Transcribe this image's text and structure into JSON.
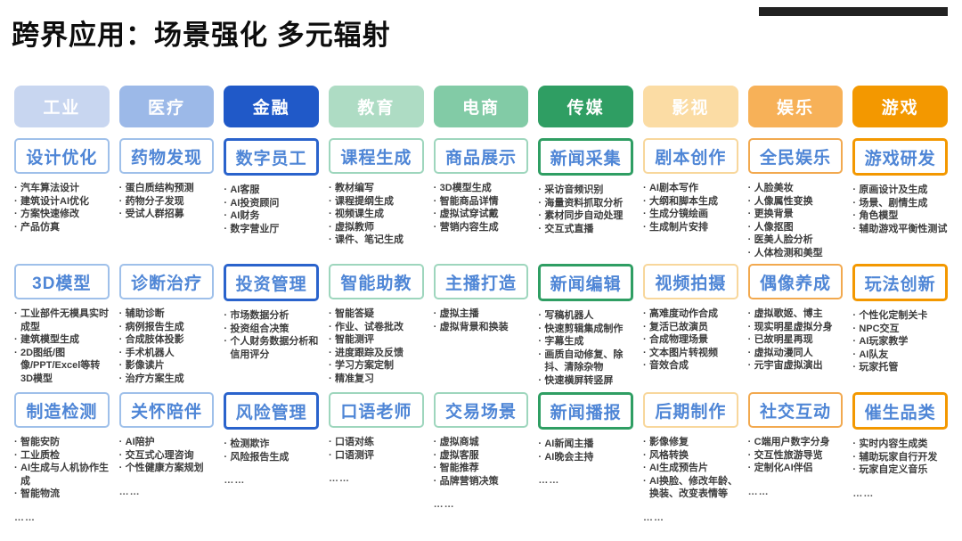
{
  "title": "跨界应用：场景强化  多元辐射",
  "accent": {
    "top_bar_color": "#222222",
    "card_title_text_color": "#4f86d6",
    "bullet_text_color": "#3d3d3d"
  },
  "columns": [
    {
      "industry": "工业",
      "chip_color": "#c8d6f0",
      "border_color": "#9fc0ea",
      "emphasis": false,
      "cards": [
        {
          "title": "设计优化",
          "items": [
            "汽车算法设计",
            "建筑设计AI优化",
            "方案快速修改",
            "产品仿真"
          ]
        },
        {
          "title": "3D模型",
          "items": [
            "工业部件无模具实时成型",
            "建筑模型生成",
            "2D图纸/图像/PPT/Excel等转3D模型"
          ]
        },
        {
          "title": "制造检测",
          "items": [
            "智能安防",
            "工业质检",
            "AI生成与人机协作生成",
            "智能物流",
            "……"
          ]
        }
      ]
    },
    {
      "industry": "医疗",
      "chip_color": "#9cb9e8",
      "border_color": "#9fc0ea",
      "emphasis": false,
      "cards": [
        {
          "title": "药物发现",
          "items": [
            "蛋白质结构预测",
            "药物分子发现",
            "受试人群招募"
          ]
        },
        {
          "title": "诊断治疗",
          "items": [
            "辅助诊断",
            "病例报告生成",
            "合成肢体投影",
            "手术机器人",
            "影像读片",
            "治疗方案生成"
          ]
        },
        {
          "title": "关怀陪伴",
          "items": [
            "AI陪护",
            "交互式心理咨询",
            "个性健康方案规划",
            "……"
          ]
        }
      ]
    },
    {
      "industry": "金融",
      "chip_color": "#2059c8",
      "border_color": "#2a63cc",
      "emphasis": true,
      "cards": [
        {
          "title": "数字员工",
          "items": [
            "AI客服",
            "AI投资顾问",
            "AI财务",
            "数字营业厅"
          ]
        },
        {
          "title": "投资管理",
          "items": [
            "市场数据分析",
            "投资组合决策",
            "个人财务数据分析和信用评分"
          ]
        },
        {
          "title": "风险管理",
          "items": [
            "检测欺诈",
            "风险报告生成",
            "……"
          ]
        }
      ]
    },
    {
      "industry": "教育",
      "chip_color": "#aedcc4",
      "border_color": "#9ed6bd",
      "emphasis": false,
      "cards": [
        {
          "title": "课程生成",
          "items": [
            "教材编写",
            "课程提纲生成",
            "视频课生成",
            "虚拟教师",
            "课件、笔记生成"
          ]
        },
        {
          "title": "智能助教",
          "items": [
            "智能答疑",
            "作业、试卷批改",
            "智能测评",
            "进度跟踪及反馈",
            "学习方案定制",
            "精准复习"
          ]
        },
        {
          "title": "口语老师",
          "items": [
            "口语对练",
            "口语测评",
            "……"
          ]
        }
      ]
    },
    {
      "industry": "电商",
      "chip_color": "#82cba6",
      "border_color": "#9ed6bd",
      "emphasis": false,
      "cards": [
        {
          "title": "商品展示",
          "items": [
            "3D模型生成",
            "智能商品详情",
            "虚拟试穿试戴",
            "营销内容生成"
          ]
        },
        {
          "title": "主播打造",
          "items": [
            "虚拟主播",
            "虚拟背景和换装"
          ]
        },
        {
          "title": "交易场景",
          "items": [
            "虚拟商城",
            "虚拟客服",
            "智能推荐",
            "品牌营销决策",
            "……"
          ]
        }
      ]
    },
    {
      "industry": "传媒",
      "chip_color": "#2f9e63",
      "border_color": "#2f9e63",
      "emphasis": true,
      "cards": [
        {
          "title": "新闻采集",
          "items": [
            "采访音频识别",
            "海量资料抓取分析",
            "素材同步自动处理",
            "交互式直播"
          ]
        },
        {
          "title": "新闻编辑",
          "items": [
            "写稿机器人",
            "快速剪辑集成制作",
            "字幕生成",
            "画质自动修复、除抖、清除杂物",
            "快速横屏转竖屏"
          ]
        },
        {
          "title": "新闻播报",
          "items": [
            "AI新闻主播",
            "AI晚会主持",
            "……"
          ]
        }
      ]
    },
    {
      "industry": "影视",
      "chip_color": "#fbdca4",
      "border_color": "#f8d79c",
      "emphasis": false,
      "cards": [
        {
          "title": "剧本创作",
          "items": [
            "AI剧本写作",
            "大纲和脚本生成",
            "生成分镜绘画",
            "生成制片安排"
          ]
        },
        {
          "title": "视频拍摄",
          "items": [
            "高难度动作合成",
            "复活已故演员",
            "合成物理场景",
            "文本图片转视频",
            "音效合成"
          ]
        },
        {
          "title": "后期制作",
          "items": [
            "影像修复",
            "风格转换",
            "AI生成预告片",
            "AI换脸、修改年龄、换装、改变表情等",
            "……"
          ]
        }
      ]
    },
    {
      "industry": "娱乐",
      "chip_color": "#f7b158",
      "border_color": "#f2a94f",
      "emphasis": false,
      "cards": [
        {
          "title": "全民娱乐",
          "items": [
            "人脸美妆",
            "人像属性变换",
            "更换背景",
            "人像抠图",
            "医美人脸分析",
            "人体检测和美型"
          ]
        },
        {
          "title": "偶像养成",
          "items": [
            "虚拟歌姬、博主",
            "现实明星虚拟分身",
            "已故明星再现",
            "虚拟动漫同人",
            "元宇宙虚拟演出"
          ]
        },
        {
          "title": "社交互动",
          "items": [
            "C端用户数字分身",
            "交互性旅游导览",
            "定制化AI伴侣",
            "……"
          ]
        }
      ]
    },
    {
      "industry": "游戏",
      "chip_color": "#f39800",
      "border_color": "#f39800",
      "emphasis": true,
      "cards": [
        {
          "title": "游戏研发",
          "items": [
            "原画设计及生成",
            "场景、剧情生成",
            "角色模型",
            "辅助游戏平衡性测试"
          ]
        },
        {
          "title": "玩法创新",
          "items": [
            "个性化定制关卡",
            "NPC交互",
            "AI玩家教学",
            "AI队友",
            "玩家托管"
          ]
        },
        {
          "title": "催生品类",
          "items": [
            "实时内容生成类",
            "辅助玩家自行开发",
            "玩家自定义音乐",
            "……"
          ]
        }
      ]
    }
  ]
}
